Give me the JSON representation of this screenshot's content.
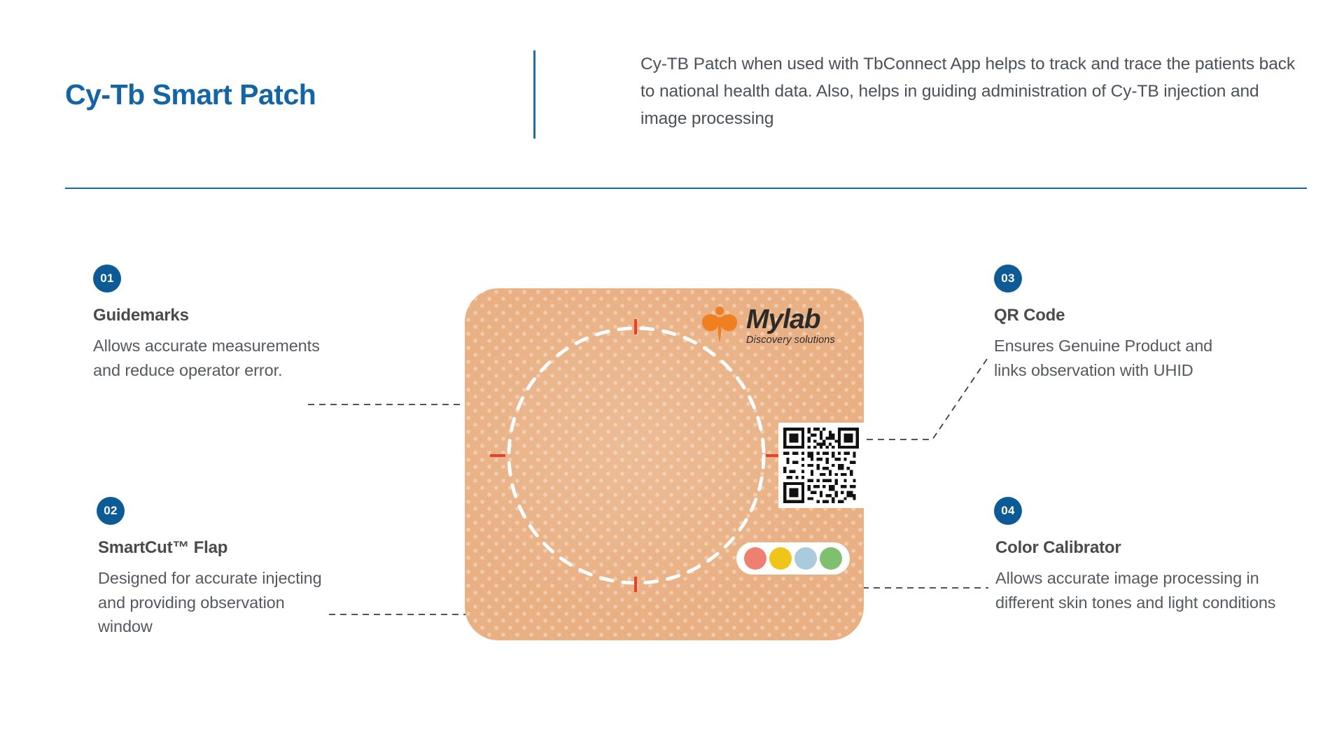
{
  "header": {
    "title": "Cy-Tb Smart Patch",
    "description": "Cy-TB Patch when used with TbConnect App helps to track and trace the patients back to national health data. Also, helps in guiding administration of Cy-TB injection and image processing"
  },
  "callouts": [
    {
      "number": "01",
      "title": "Guidemarks",
      "body": "Allows accurate measurements and reduce operator error."
    },
    {
      "number": "02",
      "title": "SmartCut™ Flap",
      "body": "Designed for accurate injecting and providing observation window"
    },
    {
      "number": "03",
      "title": "QR Code",
      "body": "Ensures Genuine Product and links observation with UHID"
    },
    {
      "number": "04",
      "title": "Color Calibrator",
      "body": "Allows accurate image processing in different skin tones and light conditions"
    }
  ],
  "patch": {
    "logo_word": "Mylab",
    "logo_tagline": "Discovery solutions",
    "background_color": "#e9b083",
    "guidemark_color": "#e8412a",
    "observation_circle_color": "#ffffff",
    "calibrator_colors": [
      "#ee7f71",
      "#f0c419",
      "#a9cbdb",
      "#7ec06d"
    ]
  },
  "colors": {
    "title_blue": "#1365a6",
    "badge_blue": "#0d5b96",
    "rule_blue": "#1267aa",
    "body_text": "#55595f",
    "heading_text": "#4a4a4a",
    "connector": "#3d3d3d"
  }
}
